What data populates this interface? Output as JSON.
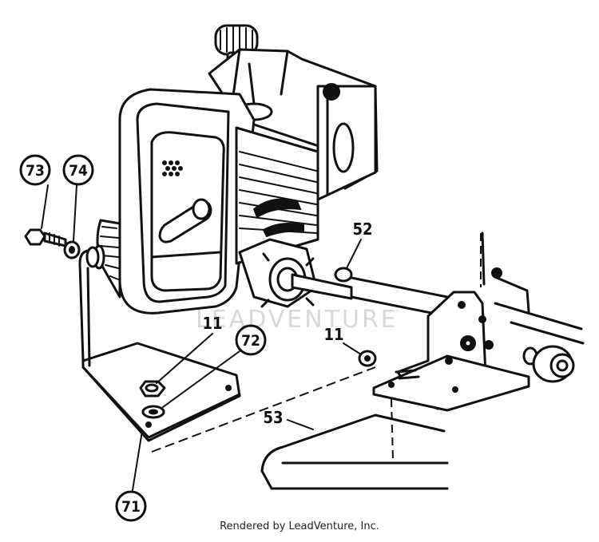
{
  "diagram": {
    "watermark": "LEADVENTURE",
    "callouts": {
      "c73": "73",
      "c74": "74",
      "c52": "52",
      "c11a": "11",
      "c72": "72",
      "c11b": "11",
      "c53": "53",
      "c71": "71"
    }
  },
  "footer": {
    "credit": "Rendered by LeadVenture, Inc."
  }
}
